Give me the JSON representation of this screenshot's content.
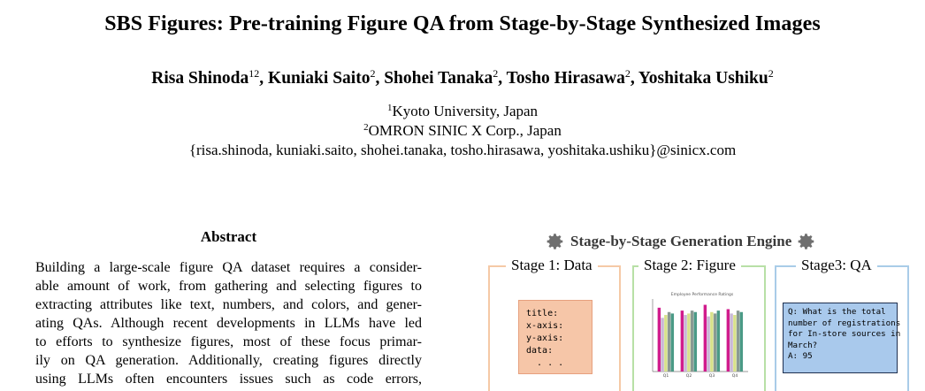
{
  "paper": {
    "title": "SBS Figures: Pre-training Figure QA from Stage-by-Stage Synthesized Images",
    "authors": [
      {
        "name": "Risa Shinoda",
        "sup": "12",
        "sep": ", "
      },
      {
        "name": "Kuniaki Saito",
        "sup": "2",
        "sep": ", "
      },
      {
        "name": "Shohei Tanaka",
        "sup": "2",
        "sep": ", "
      },
      {
        "name": "Tosho Hirasawa",
        "sup": "2",
        "sep": ", "
      },
      {
        "name": "Yoshitaka Ushiku",
        "sup": "2",
        "sep": ""
      }
    ],
    "affiliations": [
      {
        "sup": "1",
        "text": "Kyoto University, Japan"
      },
      {
        "sup": "2",
        "text": "OMRON SINIC X Corp., Japan"
      }
    ],
    "emails": "{risa.shinoda, kuniaki.saito, shohei.tanaka, tosho.hirasawa, yoshitaka.ushiku}@sinicx.com"
  },
  "abstract": {
    "heading": "Abstract",
    "lines": [
      "Building a large-scale figure QA dataset requires a consider-",
      "able amount of work, from gathering and selecting figures to",
      "extracting attributes like text, numbers, and colors, and gener-",
      "ating QAs. Although recent developments in LLMs have led",
      "to efforts to synthesize figures, most of these focus primar-",
      "ily on QA generation. Additionally, creating figures directly",
      "using LLMs often encounters issues such as code errors,"
    ]
  },
  "engine": {
    "title": "Stage-by-Stage Generation Engine",
    "icon": "gear-icon",
    "stages": [
      {
        "label": "Stage 1: Data",
        "color": "#f5c9a6"
      },
      {
        "label": "Stage 2: Figure",
        "color": "#b8e0a6"
      },
      {
        "label": "Stage3: QA",
        "color": "#a9cce8"
      }
    ],
    "data_doc": [
      "title:",
      "x-axis:",
      "y-axis:",
      "data:",
      "  . . ."
    ],
    "figure_title": "Employee Performance Ratings",
    "figure_categories": [
      "Q1",
      "Q2",
      "Q3",
      "Q4"
    ],
    "qa_text": [
      "Q: What is the total",
      "number of registrations",
      "for In-store sources in",
      "March?",
      "A: 95"
    ]
  },
  "chart_data": {
    "type": "bar",
    "title": "Employee Performance Ratings",
    "categories": [
      "Q1",
      "Q2",
      "Q3",
      "Q4"
    ],
    "series": [
      {
        "name": "",
        "color": "#d11c8c",
        "values": [
          4.4,
          4.2,
          4.6,
          4.3
        ]
      },
      {
        "name": "",
        "color": "#c9b7d6",
        "values": [
          3.7,
          3.9,
          3.8,
          4.0
        ]
      },
      {
        "name": "",
        "color": "#d8e28a",
        "values": [
          3.9,
          4.0,
          4.1,
          3.9
        ]
      },
      {
        "name": "",
        "color": "#8a9a93",
        "values": [
          4.1,
          4.2,
          4.0,
          4.2
        ]
      },
      {
        "name": "",
        "color": "#4a9a86",
        "values": [
          4.0,
          4.1,
          4.2,
          4.1
        ]
      }
    ],
    "ylim": [
      0,
      5
    ]
  }
}
